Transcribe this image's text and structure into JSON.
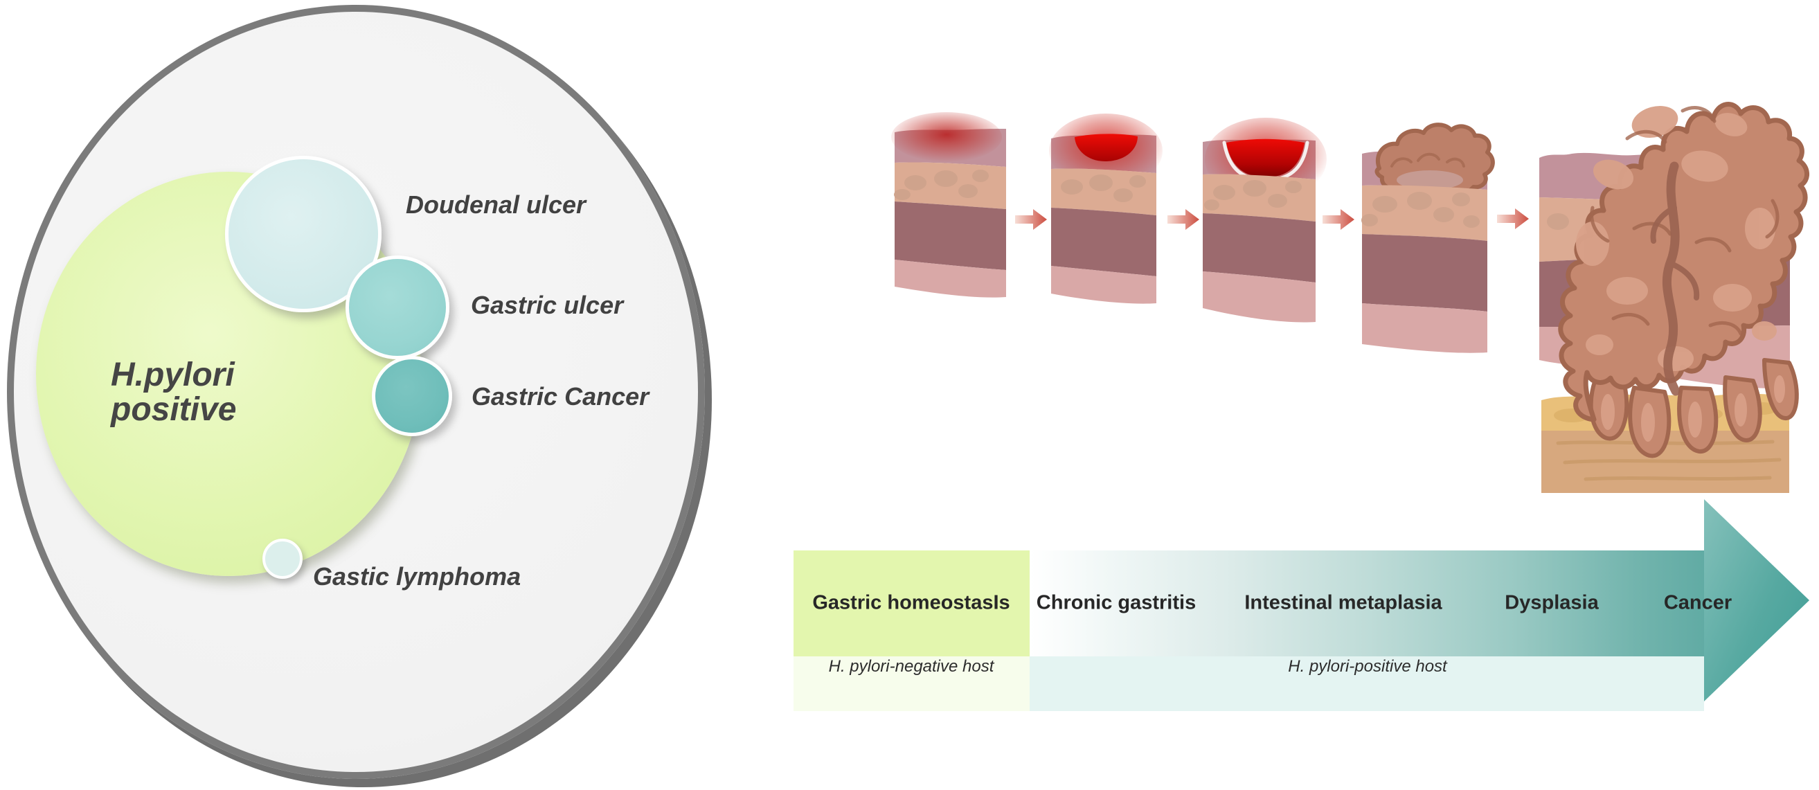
{
  "venn": {
    "main": {
      "line1": "H.pylori",
      "line2": "positive"
    },
    "bubbles": {
      "duodenal": "Doudenal ulcer",
      "gastric_ulcer": "Gastric ulcer",
      "gastric_cancer": "Gastric Cancer",
      "lymphoma": "Gastic lymphoma"
    }
  },
  "progression": {
    "stages": [
      "Gastric homeostasIs",
      "Chronic gastritis",
      "Intestinal metaplasia",
      "Dysplasia",
      "Cancer"
    ],
    "hosts": {
      "negative": "H. pylori-negative host",
      "positive": "H. pylori-positive host"
    }
  },
  "colors": {
    "outer_circle_fill": "#f2f2f2",
    "outer_circle_border": "#7b7b7b",
    "hp_positive_green": "#e2f6b1",
    "duodenal_blue": "#d3ebeb",
    "gastric_ulcer_teal": "#97d5d1",
    "gastric_cancer_teal": "#6fbeba",
    "lymphoma_pale": "#dcefec",
    "stage_green": "#e3f6ae",
    "arrow_teal": "#479f98",
    "host_negative_bg": "#f7fdec",
    "host_positive_bg": "#e4f4f2",
    "ulcer_red": "#d80606",
    "tumor_fill": "#c5886f",
    "tumor_outline": "#a2674f"
  }
}
